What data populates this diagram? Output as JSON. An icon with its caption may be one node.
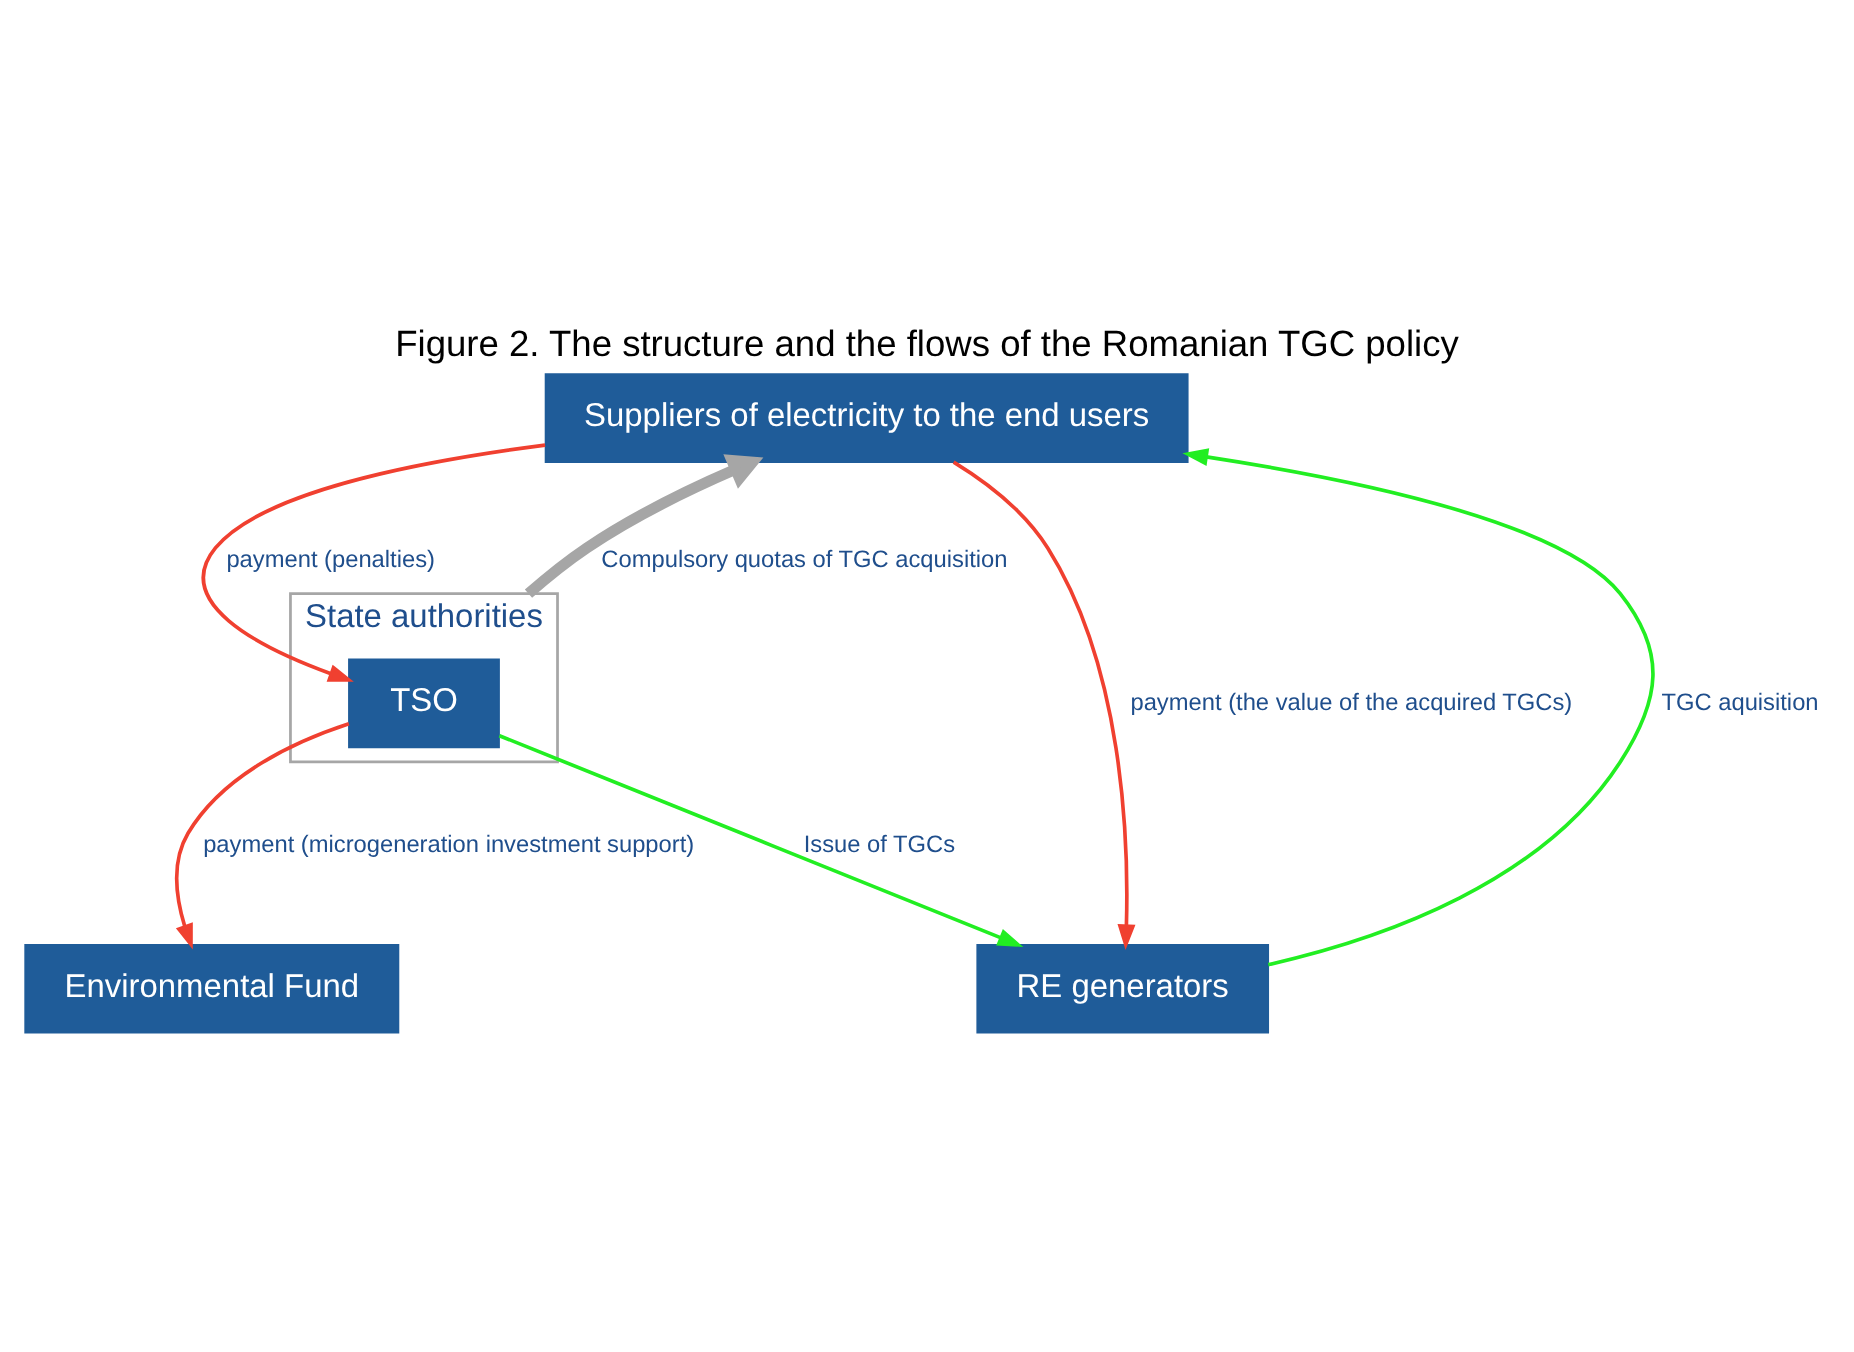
{
  "diagram": {
    "title": "Figure 2. The structure and the flows of the Romanian TGC policy",
    "nodes": [
      {
        "text": [
          "Suppliers of electricity to the end users"
        ]
      },
      {
        "text": [
          "State authorities"
        ]
      },
      {
        "text": [
          "TSO"
        ],
        "in": 1
      },
      {
        "text": [
          "RE generators"
        ]
      },
      {
        "text": [
          "Environmental Fund"
        ]
      }
    ],
    "edges": [
      {
        "from": 0,
        "to": 2,
        "arrow": "to",
        "label": "payment (penalties)",
        "color": "#f04030"
      },
      {
        "from": 1,
        "to": 0,
        "arrow": "to",
        "label": "Compulsory quotas of TGC acquisition",
        "color": "#a6a6a6",
        "style": "thick"
      },
      {
        "from": 0,
        "to": 3,
        "arrow": "to",
        "label": "payment (the value of the acquired TGCs)",
        "color": "#f04030"
      },
      {
        "from": 3,
        "to": 0,
        "arrow": "to",
        "label": "TGC aquisition",
        "color": "#22ee22"
      },
      {
        "from": 2,
        "to": 4,
        "arrow": "to",
        "label": "payment (microgeneration investment support)",
        "color": "#f04030"
      },
      {
        "from": 2,
        "to": 3,
        "arrow": "to",
        "label": "Issue of TGCs",
        "color": "#22ee22"
      }
    ]
  }
}
